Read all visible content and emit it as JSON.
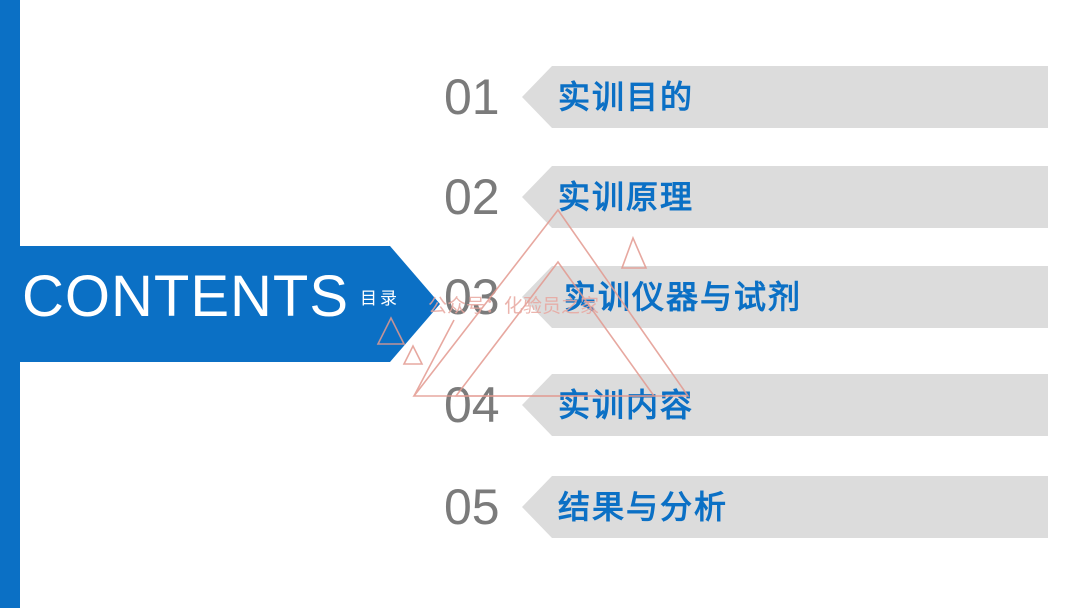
{
  "contents": {
    "title": "CONTENTS",
    "subtitle": "目录"
  },
  "toc": [
    {
      "number": "01",
      "label": "实训目的"
    },
    {
      "number": "02",
      "label": "实训原理"
    },
    {
      "number": "03",
      "label": "实训仪器与试剂"
    },
    {
      "number": "04",
      "label": "实训内容"
    },
    {
      "number": "05",
      "label": "结果与分析"
    }
  ],
  "watermark": {
    "text": "公众号：化验员之家",
    "icon": "triangle-logo-icon"
  },
  "colors": {
    "accent": "#0b70c5",
    "number_gray": "#7b7b7b",
    "band_gray": "#dcdcdc",
    "watermark": "#e8a79f"
  }
}
